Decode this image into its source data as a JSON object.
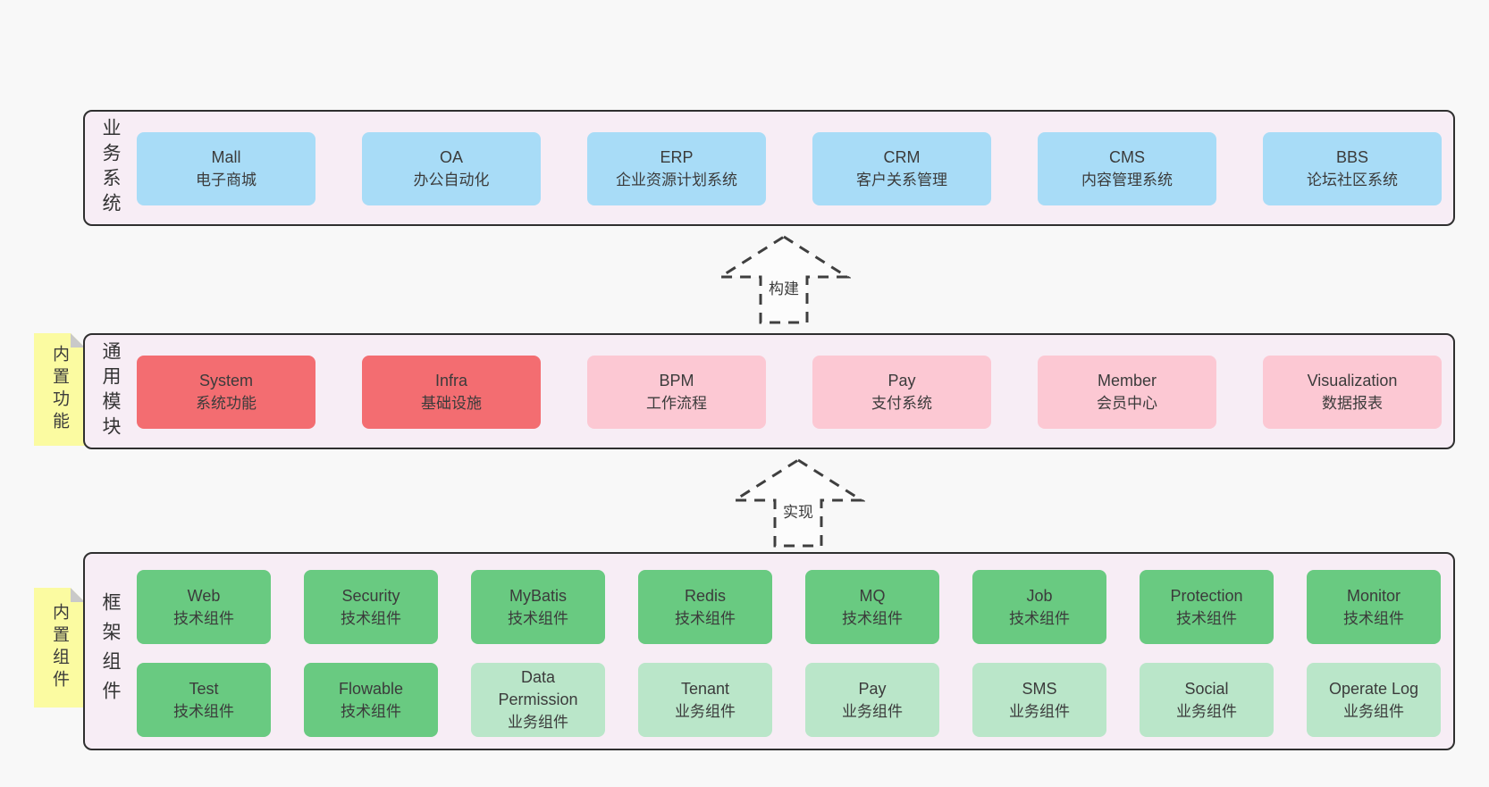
{
  "colors": {
    "page_background": "#f8f8f8",
    "layer_background": "#f7edf5",
    "layer_border": "#2f2f2f",
    "blue_box": "#a8dcf7",
    "red_box": "#f36d71",
    "pink_box": "#fcc8d3",
    "green_box": "#69ca81",
    "light_green_box": "#bae6c9",
    "sticky_note": "#fbfba1",
    "sticky_fold": "#c9c9c9",
    "text": "#3b3b3b"
  },
  "arrows": [
    {
      "label": "构建"
    },
    {
      "label": "实现"
    }
  ],
  "layers": [
    {
      "label": "业务系统",
      "boxes": [
        {
          "name": "Mall",
          "desc": "电子商城"
        },
        {
          "name": "OA",
          "desc": "办公自动化"
        },
        {
          "name": "ERP",
          "desc": "企业资源计划系统"
        },
        {
          "name": "CRM",
          "desc": "客户关系管理"
        },
        {
          "name": "CMS",
          "desc": "内容管理系统"
        },
        {
          "name": "BBS",
          "desc": "论坛社区系统"
        }
      ]
    },
    {
      "label": "通用模块",
      "sticky": "内置功能",
      "boxes": [
        {
          "name": "System",
          "desc": "系统功能"
        },
        {
          "name": "Infra",
          "desc": "基础设施"
        },
        {
          "name": "BPM",
          "desc": "工作流程"
        },
        {
          "name": "Pay",
          "desc": "支付系统"
        },
        {
          "name": "Member",
          "desc": "会员中心"
        },
        {
          "name": "Visualization",
          "desc": "数据报表"
        }
      ]
    },
    {
      "label": "框架组件",
      "sticky": "内置组件",
      "rows": [
        [
          {
            "name": "Web",
            "desc": "技术组件"
          },
          {
            "name": "Security",
            "desc": "技术组件"
          },
          {
            "name": "MyBatis",
            "desc": "技术组件"
          },
          {
            "name": "Redis",
            "desc": "技术组件"
          },
          {
            "name": "MQ",
            "desc": "技术组件"
          },
          {
            "name": "Job",
            "desc": "技术组件"
          },
          {
            "name": "Protection",
            "desc": "技术组件"
          },
          {
            "name": "Monitor",
            "desc": "技术组件"
          }
        ],
        [
          {
            "name": "Test",
            "desc": "技术组件"
          },
          {
            "name": "Flowable",
            "desc": "技术组件"
          },
          {
            "name": "Data Permission",
            "desc": "业务组件"
          },
          {
            "name": "Tenant",
            "desc": "业务组件"
          },
          {
            "name": "Pay",
            "desc": "业务组件"
          },
          {
            "name": "SMS",
            "desc": "业务组件"
          },
          {
            "name": "Social",
            "desc": "业务组件"
          },
          {
            "name": "Operate Log",
            "desc": "业务组件"
          }
        ]
      ]
    }
  ]
}
